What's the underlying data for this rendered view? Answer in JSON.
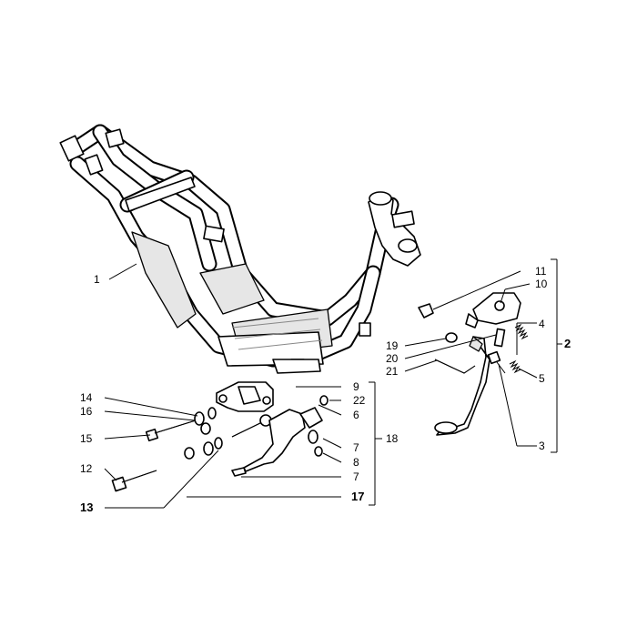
{
  "callouts": {
    "c1": "1",
    "c2": "2",
    "c3": "3",
    "c4": "4",
    "c5": "5",
    "c6": "6",
    "c7a": "7",
    "c7b": "7",
    "c8": "8",
    "c9": "9",
    "c10": "10",
    "c11": "11",
    "c12": "12",
    "c13": "13",
    "c14": "14",
    "c15": "15",
    "c16": "16",
    "c17": "17",
    "c18": "18",
    "c19": "19",
    "c20": "20",
    "c21": "21",
    "c22": "22"
  }
}
